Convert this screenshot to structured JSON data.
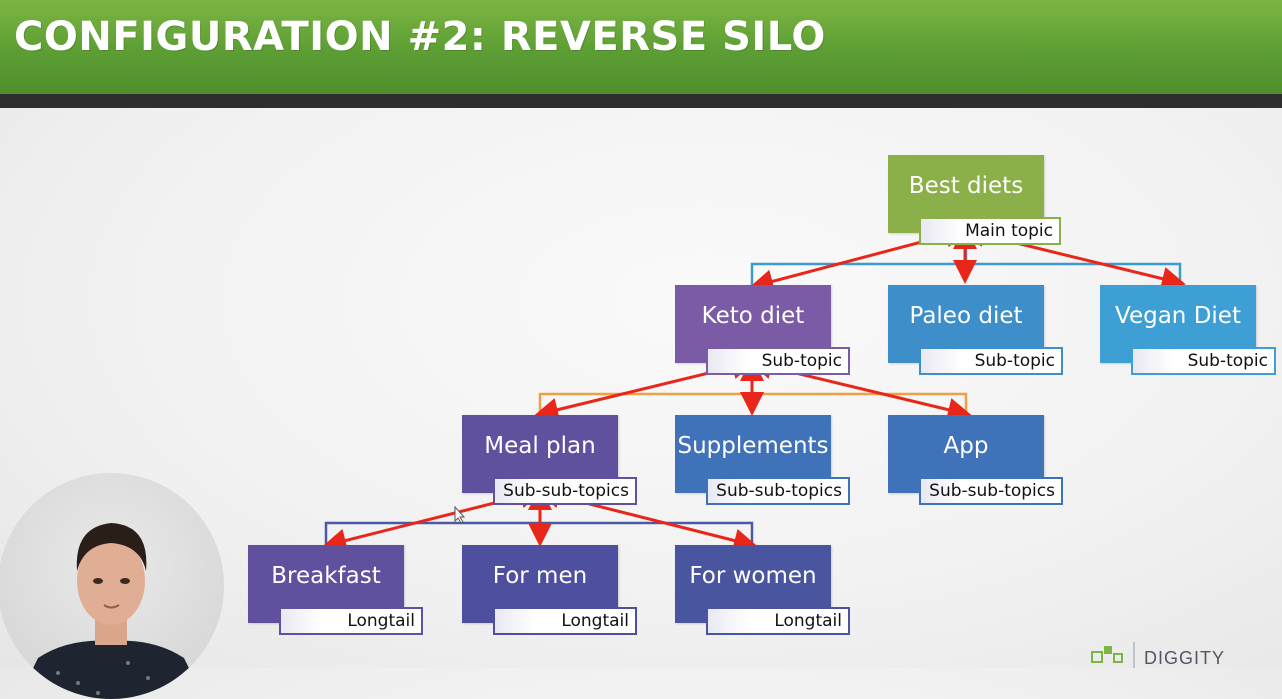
{
  "slide": {
    "title": "CONFIGURATION #2: REVERSE SILO"
  },
  "diagram": {
    "main": {
      "label": "Best diets",
      "tag": "Main topic"
    },
    "sub_topics": [
      {
        "label": "Keto diet",
        "tag": "Sub-topic"
      },
      {
        "label": "Paleo diet",
        "tag": "Sub-topic"
      },
      {
        "label": "Vegan Diet",
        "tag": "Sub-topic"
      }
    ],
    "sub_sub_topics": [
      {
        "label": "Meal plan",
        "tag": "Sub-sub-topics"
      },
      {
        "label": "Supplements",
        "tag": "Sub-sub-topics"
      },
      {
        "label": "App",
        "tag": "Sub-sub-topics"
      }
    ],
    "longtail": [
      {
        "label": "Breakfast",
        "tag": "Longtail"
      },
      {
        "label": "For men",
        "tag": "Longtail"
      },
      {
        "label": "For women",
        "tag": "Longtail"
      }
    ],
    "colors": {
      "main": "#8bb04a",
      "sub_topic": "#3d8ec9",
      "keto": "#7b5aa6",
      "sub_sub": "#3f72b8",
      "longtail": "#4e4f9e",
      "arrow": "#e8261a",
      "connector_blue": "#3b9bd1",
      "connector_orange": "#f0a040"
    }
  },
  "presenter": {
    "video": "webcam-feed"
  },
  "brand": {
    "logo": "DIGGITY"
  }
}
